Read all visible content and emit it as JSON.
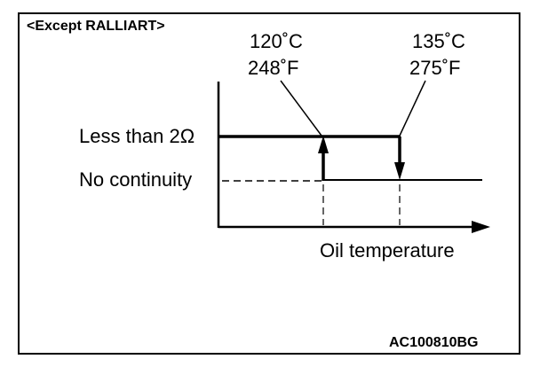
{
  "header": "<Except RALLIART>",
  "thresholds": {
    "on": {
      "celsius": "120˚C",
      "fahrenheit": "248˚F"
    },
    "off": {
      "celsius": "135˚C",
      "fahrenheit": "275˚F"
    }
  },
  "levels": {
    "high": "Less than 2Ω",
    "low": "No continuity"
  },
  "x_axis_label": "Oil temperature",
  "figure_code": "AC100810BG",
  "colors": {
    "line": "#000000",
    "background": "#ffffff"
  }
}
